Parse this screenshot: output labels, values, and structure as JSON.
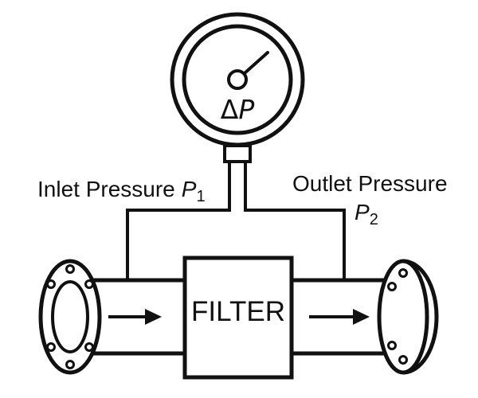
{
  "gauge": {
    "symbol_delta": "Δ",
    "symbol_var": "P"
  },
  "inlet": {
    "label": "Inlet Pressure",
    "var": "P",
    "sub": "1"
  },
  "outlet": {
    "label": "Outlet Pressure",
    "var": "P",
    "sub": "2"
  },
  "filter": {
    "label": "FILTER"
  },
  "colors": {
    "stroke": "#111111",
    "fill": "#ffffff"
  }
}
